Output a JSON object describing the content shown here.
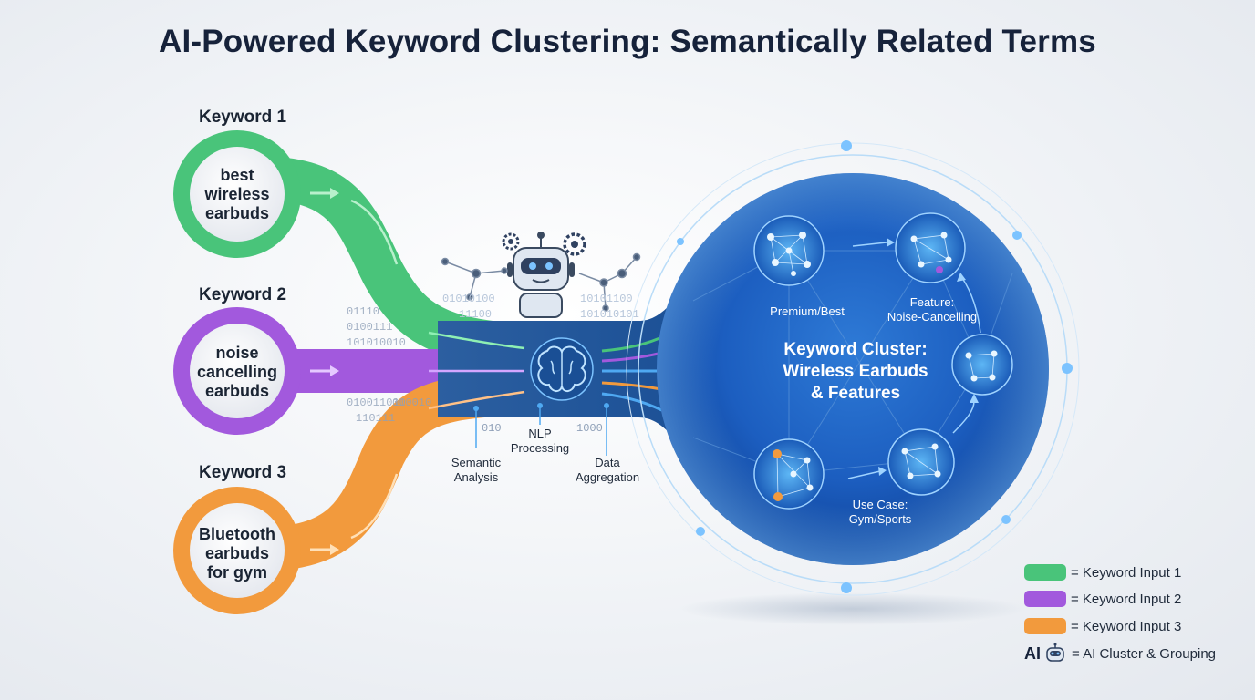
{
  "title": "AI-Powered Keyword Clustering: Semantically Related Terms",
  "keywords": [
    {
      "label": "Keyword 1",
      "text_lines": [
        "best",
        "wireless",
        "earbuds"
      ],
      "color": "#49c47a"
    },
    {
      "label": "Keyword 2",
      "text_lines": [
        "noise",
        "cancelling",
        "earbuds"
      ],
      "color": "#a259dd"
    },
    {
      "label": "Keyword 3",
      "text_lines": [
        "Bluetooth",
        "earbuds",
        "for gym"
      ],
      "color": "#f29a3d"
    }
  ],
  "processing": {
    "nlp": [
      "NLP",
      "Processing"
    ],
    "semantic": [
      "Semantic",
      "Analysis"
    ],
    "aggregation": [
      "Data",
      "Aggregation"
    ],
    "binary": [
      "01110",
      "0100111",
      "101010010",
      "010010",
      "010011010",
      "110111",
      "01010100",
      "11100",
      "10101100",
      "1000",
      "101010101",
      "010",
      "1000"
    ]
  },
  "cluster": {
    "title_lines": [
      "Keyword Cluster:",
      "Wireless Earbuds",
      "& Features"
    ],
    "nodes": [
      "Premium/Best",
      "Feature:",
      "Noise-Cancelling",
      "Use Case:",
      "Gym/Sports"
    ]
  },
  "legend": {
    "items": [
      {
        "label": "= Keyword Input 1",
        "color": "#49c47a"
      },
      {
        "label": "= Keyword Input 2",
        "color": "#a259dd"
      },
      {
        "label": "= Keyword Input 3",
        "color": "#f29a3d"
      }
    ],
    "ai_mark": "AI",
    "ai_label": "= AI Cluster & Grouping"
  },
  "colors": {
    "cluster_blue": "#1f64c8",
    "flow_blue": "#4fa9f2",
    "title": "#16223a"
  }
}
